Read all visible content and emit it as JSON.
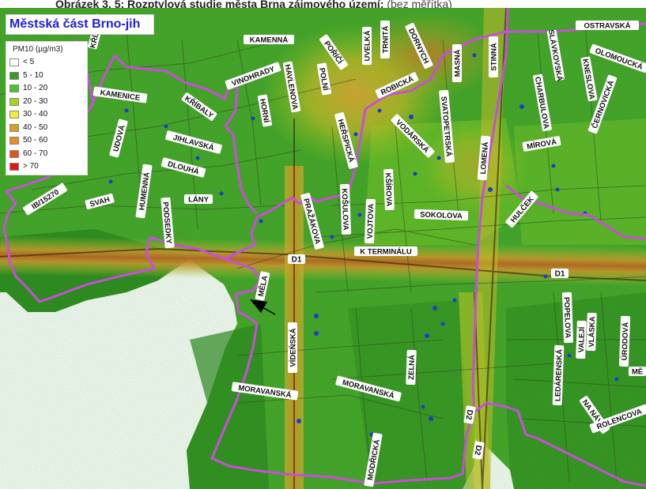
{
  "caption": {
    "bold": "Obrázek 3. 5: Rozptylová studie  města Brna zájmového území:",
    "normal": " (bez měřítka)"
  },
  "district_title": "Městská část Brno-jih",
  "legend": {
    "title": "PM10 (µg/m3)",
    "items": [
      {
        "label": "< 5",
        "color": "#ffffff"
      },
      {
        "label": "5 - 10",
        "color": "#3c9a28"
      },
      {
        "label": "10 - 20",
        "color": "#4cc22c"
      },
      {
        "label": "20 - 30",
        "color": "#a6d41e"
      },
      {
        "label": "30 - 40",
        "color": "#f0ee36"
      },
      {
        "label": "40 - 50",
        "color": "#d6a21e"
      },
      {
        "label": "50 - 60",
        "color": "#e88a2a"
      },
      {
        "label": "60 - 70",
        "color": "#e4531c"
      },
      {
        "label": "> 70",
        "color": "#e01818"
      }
    ]
  },
  "streets": {
    "kamenna": "KAMENNÁ",
    "porici": "POŘÍČÍ",
    "uvelka": "UVELKÁ",
    "trnita": "TRNITÁ",
    "dornych": "DORNYCH",
    "masna": "MASNÁ",
    "stinna": "STINNÁ",
    "ostravska": "OSTRAVSKÁ",
    "slavkovska": "SLÁVKOVSKÁ",
    "olomoucka": "OLOMOUCKÁ",
    "kneslova": "KNESLOVA",
    "charbulova": "CHARBULOVA",
    "cernovicka": "ČERNOVICKÁ",
    "vinohrady": "VINOHRADY",
    "havlenova": "HAVLENOVA",
    "polni": "POLNÍ",
    "horni": "HORNÍ",
    "robicka": "ROBICKÁ",
    "kamenice": "KAMENICE",
    "krizova": "KŘÍŽOVÁ",
    "koliste": "KŘÍBALY",
    "jihlavska": "JIHLAVSKÁ",
    "udova": "UDOVÁ",
    "dlouha": "DLOUHÁ",
    "hersperska": "HEŘSPICKÁ",
    "svatopetrska": "SVATOPETRSKÁ",
    "vodarska": "VODÁRSKÁ",
    "lomena": "LOMENÁ",
    "mirova": "MÍROVÁ",
    "hunenna": "HUMENNÁ",
    "lany": "LÁNY",
    "svah": "SVAH",
    "ib": "IB/15270",
    "podsedky": "PODSEDKY",
    "prazakova": "PRAŽÁKOVA",
    "kosulova": "KOŠULOVA",
    "ksirova": "KŠÍROVA",
    "sokolova": "SOKOLOVA",
    "hulcek": "HULČEK",
    "vojtova": "VOJTOVA",
    "kterminalu": "K TERMINÁLU",
    "d1a": "D1",
    "d1b": "D1",
    "mela": "MĚLA",
    "videnska": "VÍDEŇSKÁ",
    "moravanska1": "MORAVANSKÁ",
    "moravanska2": "MORAVANSKÁ",
    "zelna": "ZELNÁ",
    "modricka": "MODŘICKÁ",
    "d2a": "D2",
    "d2b": "D2",
    "ledarenska": "LEDÁRENSKÁ",
    "popelova": "POPELOVA",
    "valeji": "VALEJÍ",
    "vlaska": "VLÁSKA",
    "urodova": "ÚRODOVÁ",
    "na_navsi": "NA NÁVSI",
    "rolencova": "ROLENCOVA",
    "me": "MĚ"
  },
  "colors": {
    "boundary": "#c74fd8",
    "district_title": "#1f1fd6"
  }
}
